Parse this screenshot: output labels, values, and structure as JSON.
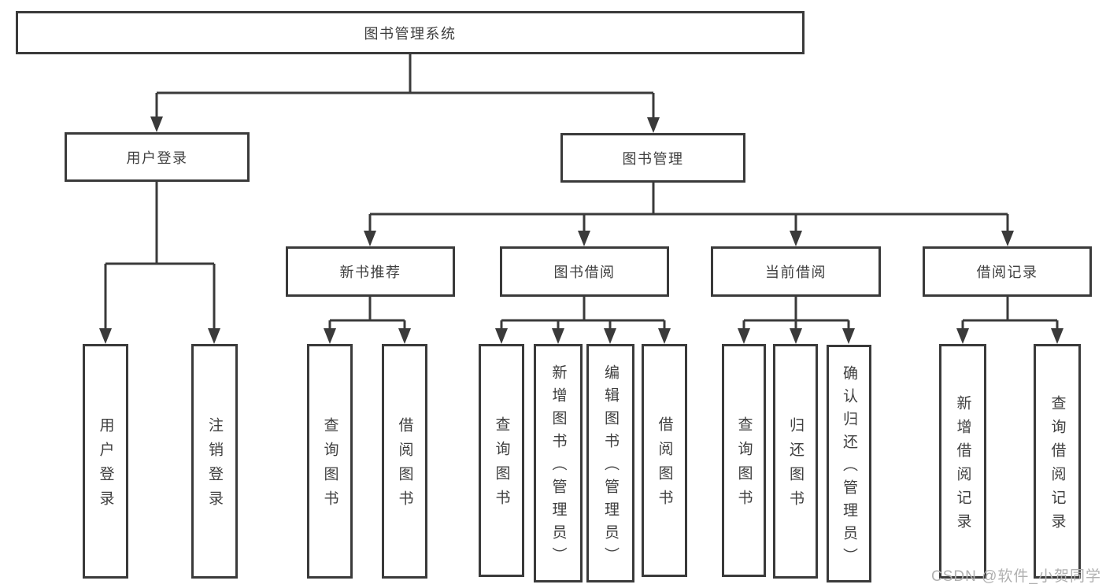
{
  "colors": {
    "line": "#3a3a3a",
    "text": "#3f3f3f",
    "background": "#ffffff",
    "watermark": "#b0b0b0"
  },
  "diagram": {
    "root": "图书管理系统",
    "level2": {
      "user_login": "用户登录",
      "book_management": "图书管理"
    },
    "level3": {
      "new_book_recommend": "新书推荐",
      "book_borrow": "图书借阅",
      "current_borrow": "当前借阅",
      "borrow_records": "借阅记录"
    },
    "leaves": {
      "user_login": "用户登录",
      "logout": "注销登录",
      "nb_query_books": "查询图书",
      "nb_borrow_books": "借阅图书",
      "bb_query_books": "查询图书",
      "bb_add_books_admin": "新增图书（管理员）",
      "bb_edit_books_admin": "编辑图书（管理员）",
      "bb_borrow_books": "借阅图书",
      "cb_query_books": "查询图书",
      "cb_return_books": "归还图书",
      "cb_confirm_return_admin": "确认归还（管理员）",
      "br_add_record": "新增借阅记录",
      "br_query_record": "查询借阅记录"
    }
  },
  "watermark": {
    "text": "CSDN @软件_小贺同学"
  }
}
